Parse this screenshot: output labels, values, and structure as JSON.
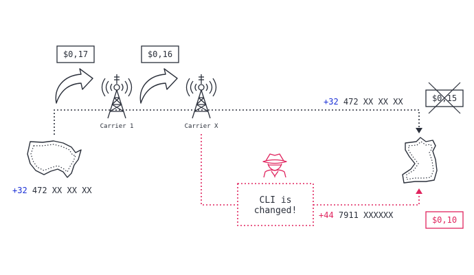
{
  "diagram": {
    "price_boxes": {
      "hop1": "$0,17",
      "hop2": "$0,16",
      "expected": "$0,15",
      "fraud": "$0,10"
    },
    "towers": {
      "carrier1_label": "Carrier 1",
      "carrierx_label": "Carrier X"
    },
    "numbers": {
      "origin_prefix": "+32",
      "origin_rest": " 472 XX XX XX",
      "top_prefix": "+32",
      "top_rest": " 472 XX XX XX",
      "spoofed_prefix": "+44",
      "spoofed_rest": " 7911 XXXXXX"
    },
    "cli_box_line1": "CLI is",
    "cli_box_line2": "changed!",
    "colors": {
      "ink": "#2a2f3a",
      "blue": "#1a2fd6",
      "red": "#e0245e"
    },
    "icons": {
      "origin_map": "us-map-icon",
      "dest_map": "country-map-icon",
      "fraudster": "spy-fraudster-icon",
      "tower": "cell-tower-icon",
      "arrow": "curved-arrow-icon"
    }
  }
}
